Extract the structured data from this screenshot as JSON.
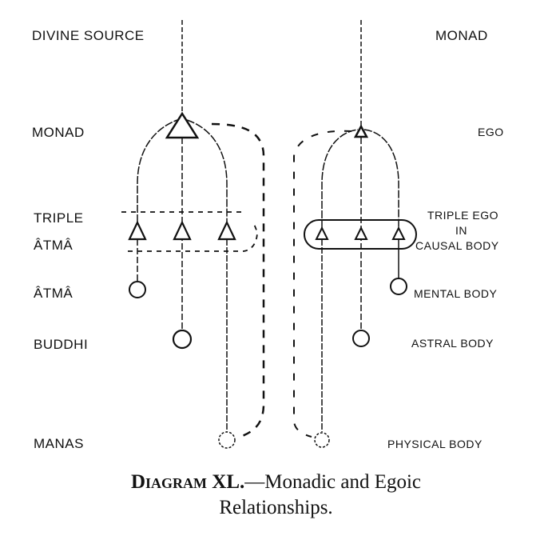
{
  "left": {
    "heading": "DIVINE SOURCE",
    "levels": [
      "MONAD",
      "TRIPLE",
      "ÂTMÂ",
      "ÂTMÂ",
      "BUDDHI",
      "MANAS"
    ]
  },
  "right": {
    "heading": "MONAD",
    "levels": [
      "EGO",
      "TRIPLE EGO",
      "IN",
      "CAUSAL BODY",
      "MENTAL BODY",
      "ASTRAL BODY",
      "PHYSICAL BODY"
    ]
  },
  "caption": {
    "diagram_label": "Diagram XL.",
    "title_line1": "—Monadic and Egoic",
    "title_line2": "Relationships."
  }
}
